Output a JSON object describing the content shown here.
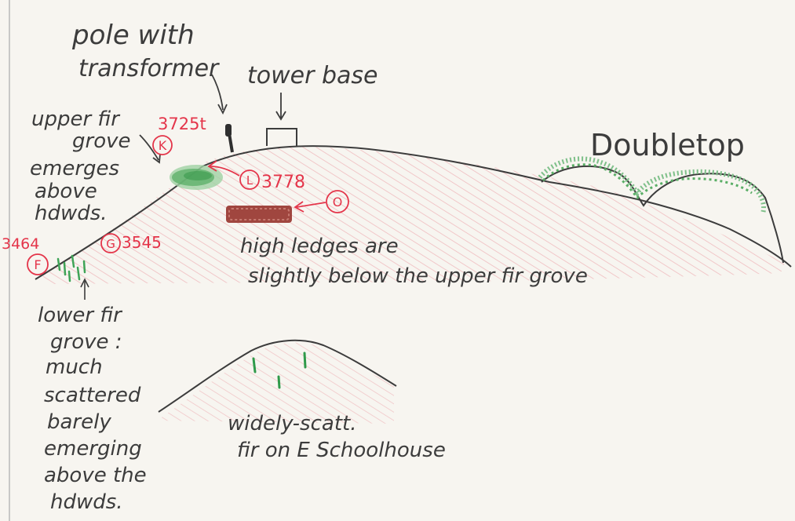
{
  "colors": {
    "paper": "#f7f5f0",
    "pencil": "#3c3c3c",
    "red": "#e4354a",
    "pink_hatch": "#eeb2b6",
    "green": "#3fa457",
    "green_light": "#7fc08a",
    "brown": "#a0463f"
  },
  "labels": {
    "pole_line1": "pole with",
    "pole_line2": "transformer",
    "tower_base": "tower base",
    "doubletop": "Doubletop",
    "upper_fir_1": "upper fir",
    "upper_fir_2": "grove",
    "emerges_1": "emerges",
    "emerges_2": "above",
    "emerges_3": "hdwds.",
    "high_ledges_1": "high ledges are",
    "high_ledges_2": "slightly below the upper fir grove",
    "lower_fir_1": "lower fir",
    "lower_fir_2": "grove :",
    "lower_fir_3": "much",
    "lower_fir_4": "scattered",
    "lower_fir_5": "barely",
    "lower_fir_6": "emerging",
    "lower_fir_7": "above the",
    "lower_fir_8": "hdwds.",
    "widely_1": "widely-scatt.",
    "widely_2": "fir on E Schoolhouse"
  },
  "markers": {
    "k": "K",
    "l": "L",
    "o": "O",
    "g": "G",
    "f": "F"
  },
  "elevations": {
    "k": "3725t",
    "l": "3778",
    "g": "3545",
    "f": "3464"
  }
}
